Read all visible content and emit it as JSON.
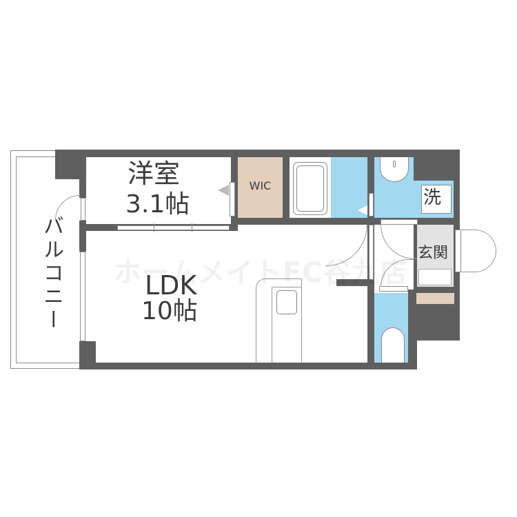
{
  "floorplan": {
    "rooms": {
      "western_room": {
        "name": "洋室",
        "size": "3.1帖"
      },
      "ldk": {
        "name": "LDK",
        "size": "10帖"
      },
      "wic": {
        "name": "WIC"
      },
      "washroom": {
        "name": "洗"
      },
      "entrance": {
        "name": "玄関"
      },
      "balcony": {
        "name": "バルコニー"
      }
    },
    "watermark": "ホームメイトFC谷九店",
    "colors": {
      "wall": "#5f5f5f",
      "wet_area": "#a3d8f1",
      "storage": "#e3cfbc",
      "entrance": "#e3e3e3"
    }
  }
}
